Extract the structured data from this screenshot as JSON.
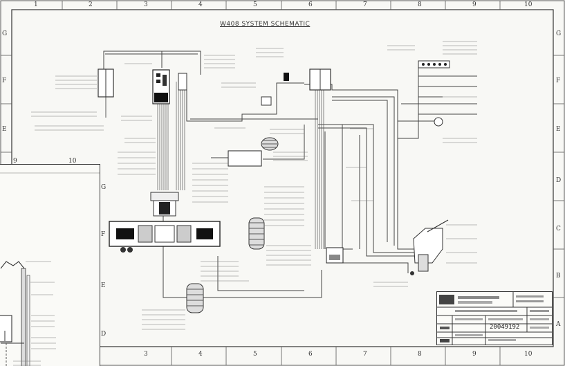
{
  "title": "W408 SYSTEM SCHEMATIC",
  "column_numbers": [
    "1",
    "2",
    "3",
    "4",
    "5",
    "6",
    "7",
    "8",
    "9",
    "10"
  ],
  "row_letters_right": [
    "G",
    "F",
    "E",
    "D",
    "C",
    "B",
    "A"
  ],
  "row_letters_left": [
    "G",
    "F",
    "E"
  ],
  "bottom_numbers": [
    "3",
    "4",
    "5",
    "6",
    "7",
    "8",
    "9",
    "10"
  ],
  "inset": {
    "column_numbers": [
      "9",
      "10"
    ],
    "row_letters": [
      "G",
      "F",
      "E",
      "D"
    ]
  },
  "titleblock": {
    "drawing_number": "20049192"
  }
}
